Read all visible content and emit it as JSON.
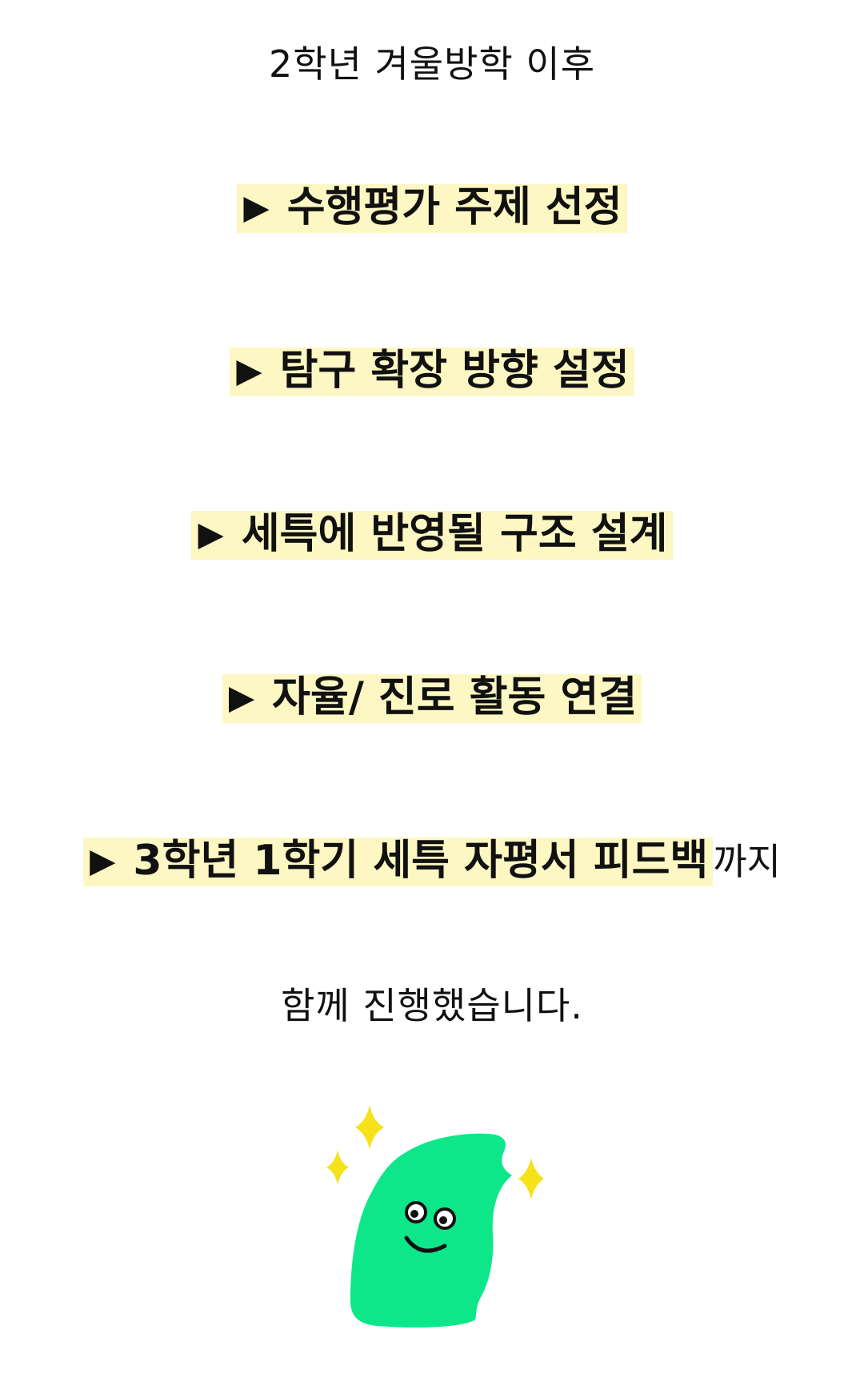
{
  "intro_text": "2학년 겨울방학 이후",
  "arrow_glyph": "▶",
  "items": [
    {
      "label": "수행평가 주제 선정",
      "tail": ""
    },
    {
      "label": "탐구 확장 방향 설정",
      "tail": ""
    },
    {
      "label": "세특에 반영될 구조 설계",
      "tail": ""
    },
    {
      "label": "자율/ 진로 활동 연결",
      "tail": ""
    },
    {
      "label": "3학년 1학기 세특 자평서 피드백",
      "tail": "까지"
    }
  ],
  "outro_text": "함께 진행했습니다.",
  "colors": {
    "highlight": "#fdf7c3",
    "mascot_body": "#0ee68a",
    "sparkle": "#f5e21a"
  },
  "mascot_icon": "green-smiling-character-with-sparkles"
}
